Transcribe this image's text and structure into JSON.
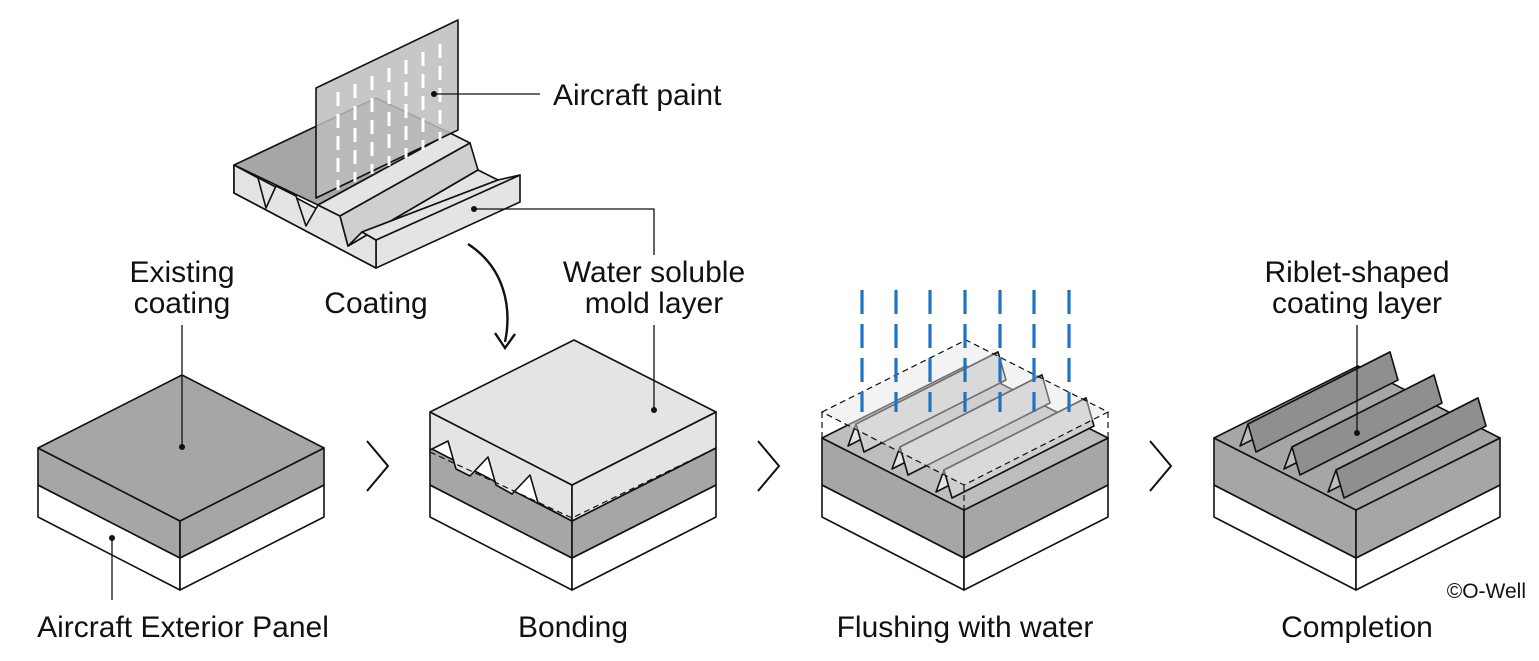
{
  "labels": {
    "aircraft_paint": "Aircraft paint",
    "coating": "Coating",
    "existing_coating_1": "Existing",
    "existing_coating_2": "coating",
    "water_soluble_1": "Water soluble",
    "water_soluble_2": "mold layer",
    "riblet_1": "Riblet-shaped",
    "riblet_2": "coating layer"
  },
  "steps": [
    "Aircraft Exterior Panel",
    "Bonding",
    "Flushing with water",
    "Completion"
  ],
  "copyright": "©O-Well",
  "colors": {
    "dark_gray": "#a6a6a6",
    "light_gray": "#e4e4e4",
    "mid_gray": "#bdbdbd",
    "white": "#ffffff",
    "stroke": "#111111",
    "water_blue": "#1f73c2"
  }
}
